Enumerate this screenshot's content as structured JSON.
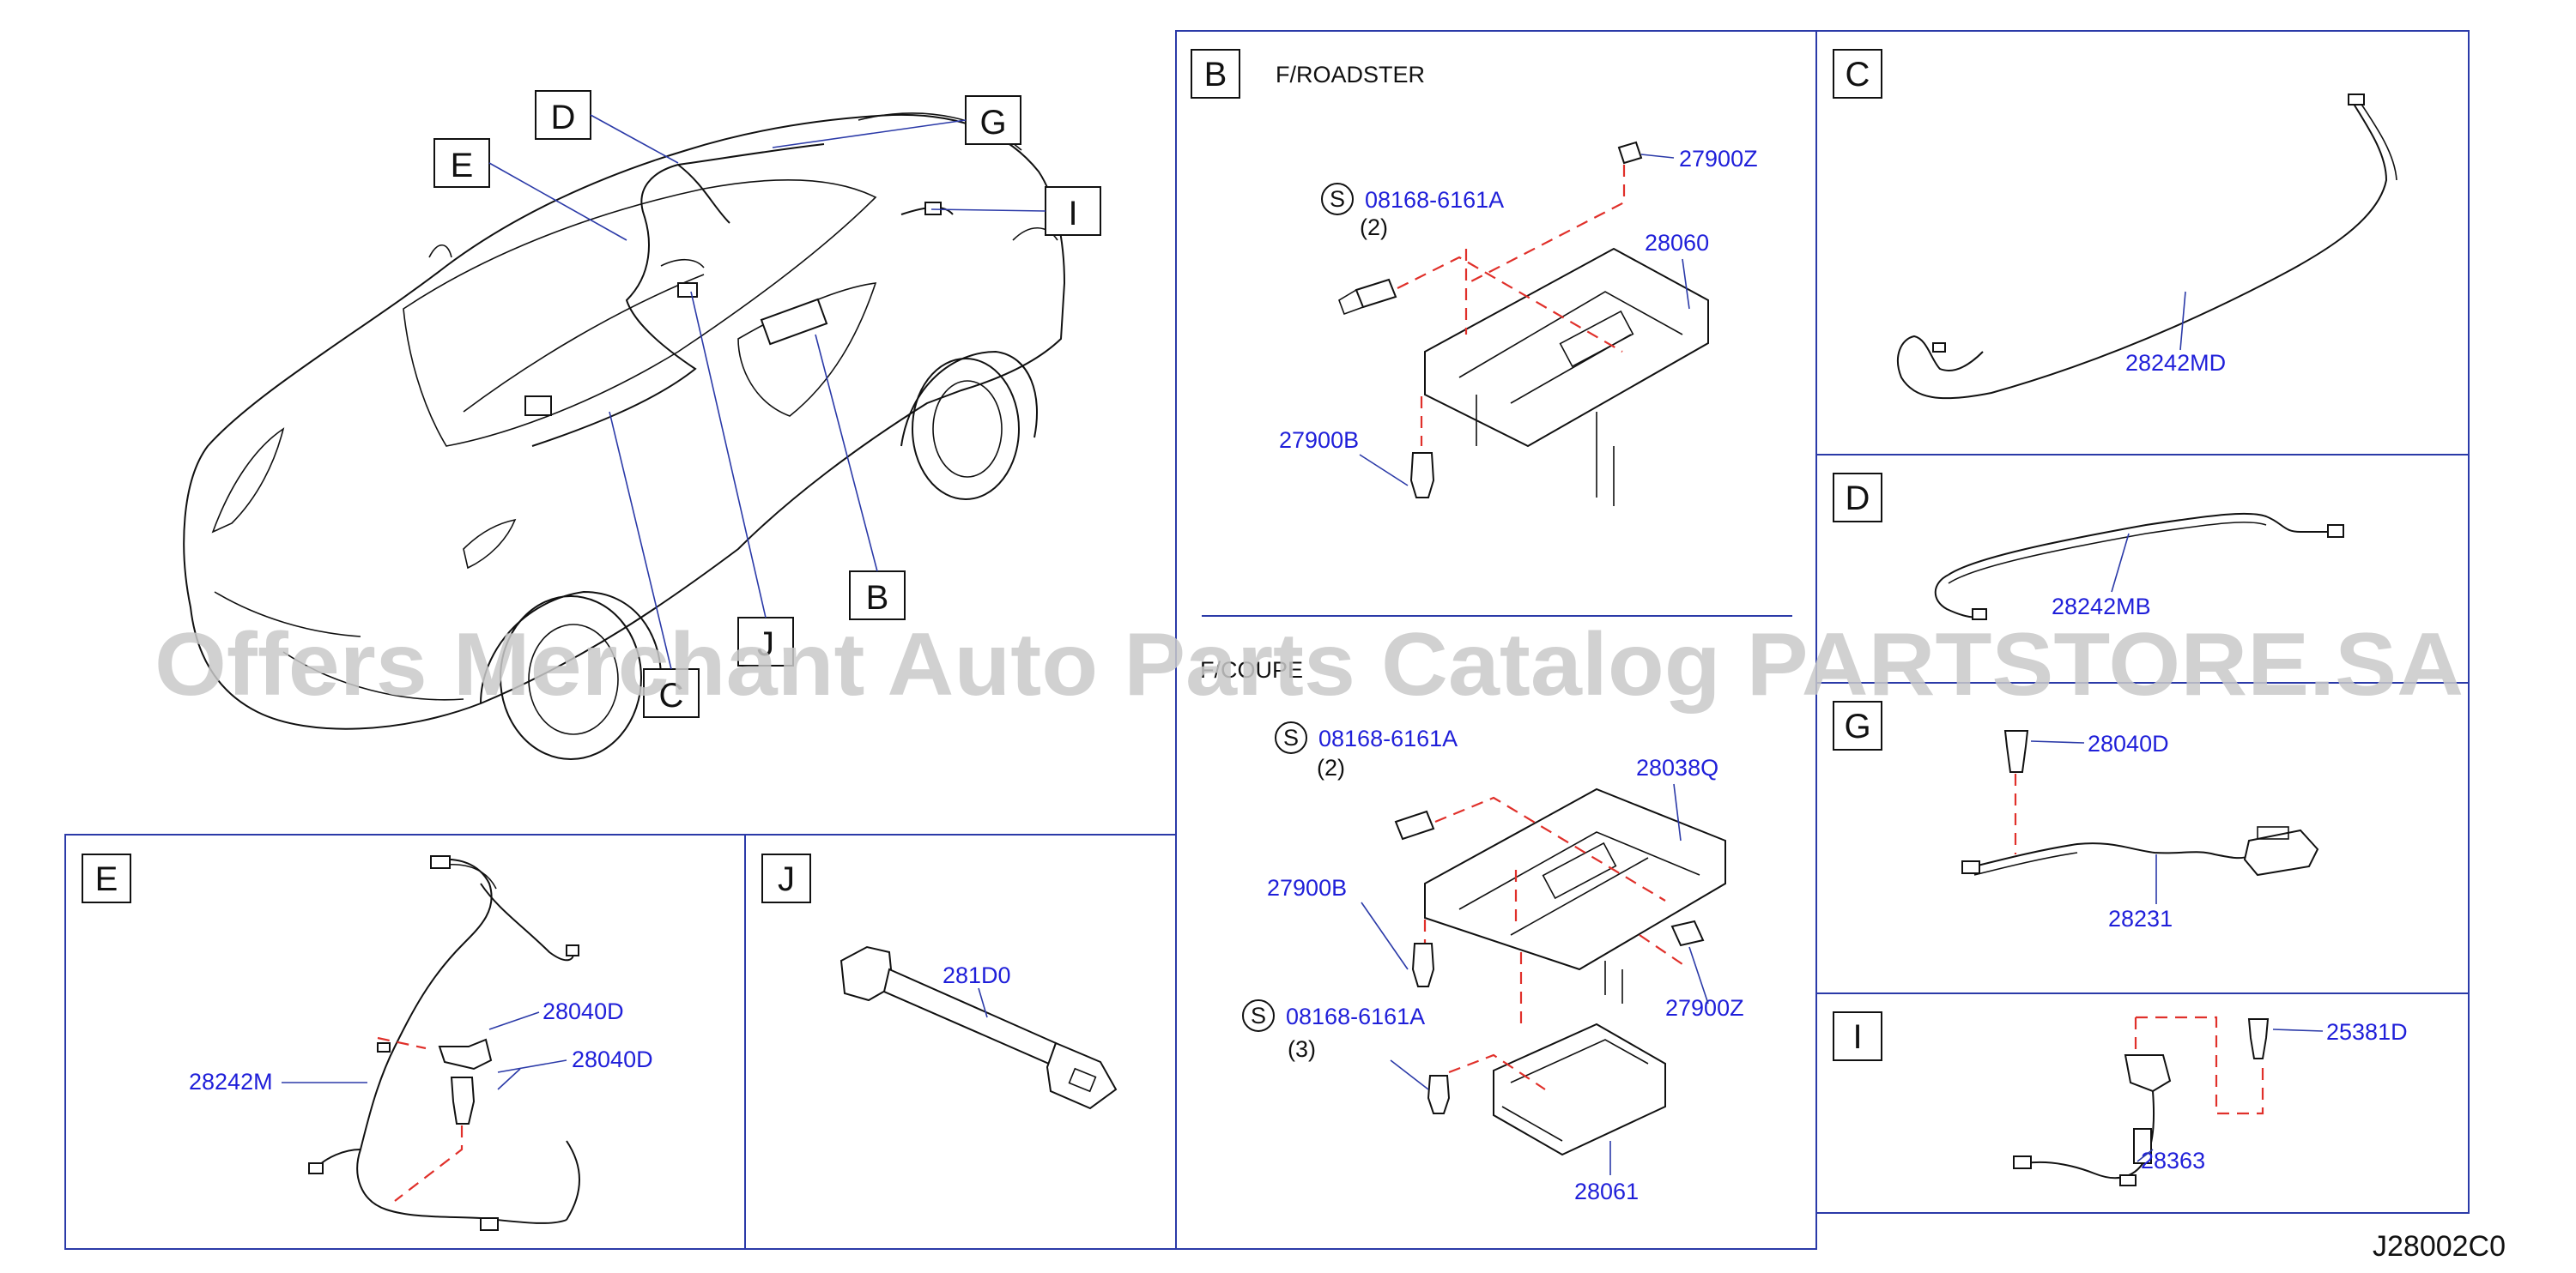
{
  "sections": {
    "A": {
      "letter": ""
    },
    "B": {
      "letter": "B",
      "variant_top": "F/ROADSTER",
      "variant_bottom": "F/COUPE",
      "parts_top": {
        "screw_s": "S",
        "screw_pn": "08168-6161A",
        "screw_qty": "(2)",
        "nut": "27900Z",
        "bracket": "28060",
        "bolt": "27900B"
      },
      "parts_bottom": {
        "screw_s": "S",
        "screw_pn": "08168-6161A",
        "screw_qty": "(2)",
        "bracket": "28038Q",
        "bolt": "27900B",
        "nut": "27900Z",
        "screw2_s": "S",
        "screw2_pn": "08168-6161A",
        "screw2_qty": "(3)",
        "module": "28061"
      }
    },
    "C": {
      "letter": "C",
      "part": "28242MD"
    },
    "D": {
      "letter": "D",
      "part": "28242MB"
    },
    "G": {
      "letter": "G",
      "bolt": "28040D",
      "part": "28231"
    },
    "I": {
      "letter": "I",
      "bolt": "25381D",
      "part": "28363"
    },
    "E": {
      "letter": "E",
      "harness": "28242M",
      "bolt1": "28040D",
      "bolt2": "28040D"
    },
    "J": {
      "letter": "J",
      "part": "281D0"
    }
  },
  "car_callouts": {
    "D": "D",
    "G": "G",
    "E": "E",
    "I": "I",
    "B": "B",
    "J": "J",
    "C": "C"
  },
  "watermark": "Offers Merchant Auto Parts Catalog PARTSTORE.SA",
  "diagram_code": "J28002C0",
  "colors": {
    "part_number": "#1f1fd9",
    "frame": "#2b3aa8",
    "dashed_guide": "#e0302a",
    "watermark": "#c9c9c9"
  }
}
